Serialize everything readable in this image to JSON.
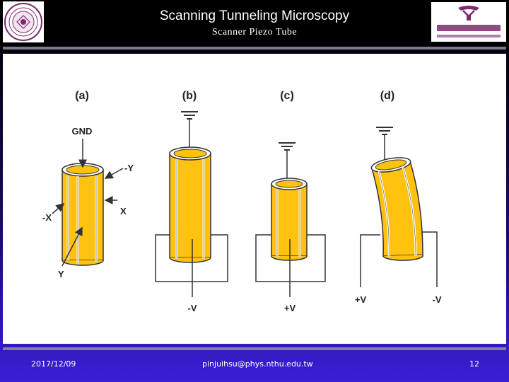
{
  "slide": {
    "title": "Scanning Tunneling Microscopy",
    "subtitle": "Scanner Piezo Tube"
  },
  "diagram": {
    "panel_labels": [
      "(a)",
      "(b)",
      "(c)",
      "(d)"
    ],
    "labels": {
      "gnd": "GND",
      "neg_y": "-Y",
      "neg_x": "-X",
      "x": "X",
      "y": "Y",
      "b_voltage": "-V",
      "c_voltage": "+V",
      "d_left_voltage": "+V",
      "d_right_voltage": "-V"
    },
    "colors": {
      "tube": "#ffc20e",
      "electrode_border": "#ffffff",
      "wire": "#333333"
    }
  },
  "footer": {
    "date": "2017/12/09",
    "email": "pinjuihsu@phys.nthu.edu.tw",
    "page": "12"
  }
}
